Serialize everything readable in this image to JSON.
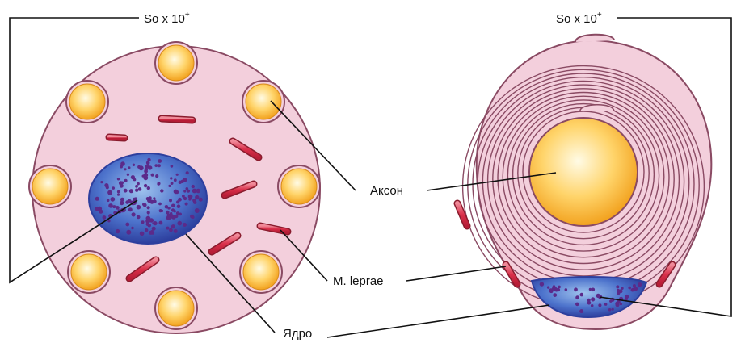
{
  "labels": {
    "scale_left": "So x 10",
    "scale_right": "So x 10",
    "scale_exp": "+",
    "axon": "Аксон",
    "bacteria": "M. leprae",
    "nucleus": "Ядро"
  },
  "colors": {
    "cytoplasm": "#f3cfdc",
    "cell_outline": "#8a4a63",
    "axon_fill": "#f5b437",
    "axon_center": "#fff3c0",
    "bacterium": "#d9304a",
    "nucleus": "#3b55b8",
    "granule": "#5b2a8a"
  }
}
